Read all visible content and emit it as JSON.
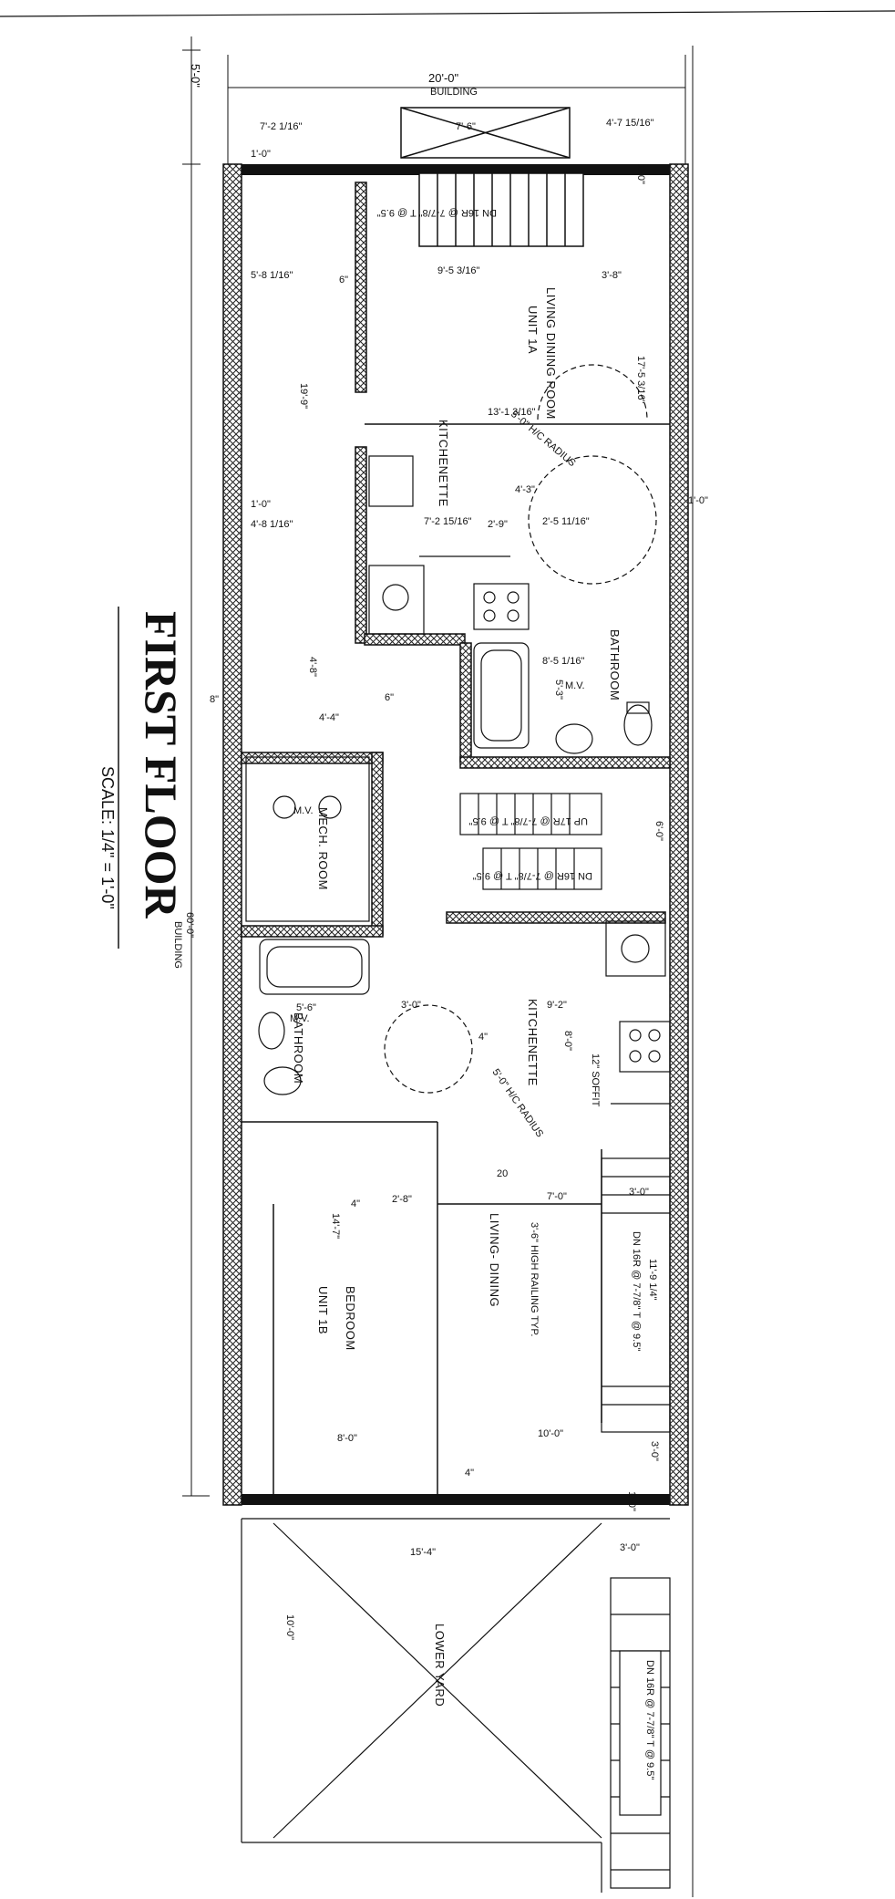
{
  "title": "FIRST FLOOR",
  "scale": "SCALE: 1/4\" = 1'-0\"",
  "building_width": "20'-0\"",
  "building_label": "BUILDING",
  "building_length": "60'-0\"",
  "building_length_label": "BUILDING",
  "setback": "5'-0\"",
  "rooms": {
    "unit_1a_name": "UNIT 1A",
    "living_dining_room": "LIVING DINING ROOM",
    "kitchenette_top": "KITCHENETTE",
    "bathroom_top": "BATHROOM",
    "mech_room": "MECH. ROOM",
    "kitchenette_bottom": "KITCHENETTE",
    "bathroom_bottom": "BATHROOM",
    "living_dining": "LIVING- DINING",
    "bedroom": "BEDROOM",
    "unit_1b_name": "UNIT 1B",
    "lower_yard": "LOWER YARD"
  },
  "stairs": {
    "dn_top": "DN 16R @ 7-7/8\"  T @ 9.5\"",
    "up_center": "UP 17R @ 7-7/8\"  T @ 9.5\"",
    "dn_center": "DN 16R @ 7-7/8\"  T @ 9.5\"",
    "dn_right": "DN 16R @ 7-7/8\"  T @ 9.5\"",
    "dn_yard": "DN 16R @ 7-7/8\"  T @ 9.5\""
  },
  "notes": {
    "hc_radius_top": "5'-0\" H/C RADIUS",
    "hc_radius_bottom": "5'-0\" H/C RADIUS",
    "railing": "3'-6\" HIGH RAILING TYP.",
    "soffit": "12\" SOFFIT",
    "mv_1": "M.V.",
    "mv_2": "M.V.",
    "mv_3": "M.V.",
    "col_20": "20"
  },
  "dimensions": {
    "d_7_2": "7'-2 1/16\"",
    "d_7_6": "7'-6\"",
    "d_4_7": "4'-7 15/16\"",
    "d_1_0a": "1'-0\"",
    "d_1_0b": "1'-0\"",
    "d_5_8": "5'-8 1/16\"",
    "d_6a": "6\"",
    "d_9_5": "9'-5 3/16\"",
    "d_3_8": "3'-8\"",
    "d_19_9": "19'-9\"",
    "d_17_5": "17'-5 3/16\"",
    "d_13_1": "13'-1 3/16\"",
    "d_1_0c": "1'-0\"",
    "d_4_8": "4'-8 1/16\"",
    "d_7_2b": "7'-2 15/16\"",
    "d_2_9": "2'-9\"",
    "d_2_5": "2'-5 11/16\"",
    "d_4_3": "4'-3\"",
    "d_1_0d": "1'-0\"",
    "d_8_5": "8'-5 1/16\"",
    "d_5_3": "5'-3\"",
    "d_4_8b": "4'-8\"",
    "d_4_4": "4'-4\"",
    "d_8": "8\"",
    "d_6b": "6\"",
    "d_5_6": "5'-6\"",
    "d_3_0a": "3'-0\"",
    "d_9_2": "9'-2\"",
    "d_8_0a": "8'-0\"",
    "d_6_0": "6'-0\"",
    "d_3_0b": "3'-0\"",
    "d_7_0": "7'-0\"",
    "d_2_8": "2'-8\"",
    "d_14_7": "14'-7\"",
    "d_8_0b": "8'-0\"",
    "d_10_0a": "10'-0\"",
    "d_15_4": "15'-4\"",
    "d_3_0c": "3'-0\"",
    "d_10_0b": "10'-0\"",
    "d_1_0e": "1'-0\"",
    "d_11_9": "11'-9 1/4\"",
    "d_3_0d": "3'-0\"",
    "d_4a": "4\"",
    "d_4b": "4\"",
    "d_4c": "4\""
  },
  "colors": {
    "ink": "#111111",
    "hatch": "#222222",
    "paper": "#ffffff"
  }
}
